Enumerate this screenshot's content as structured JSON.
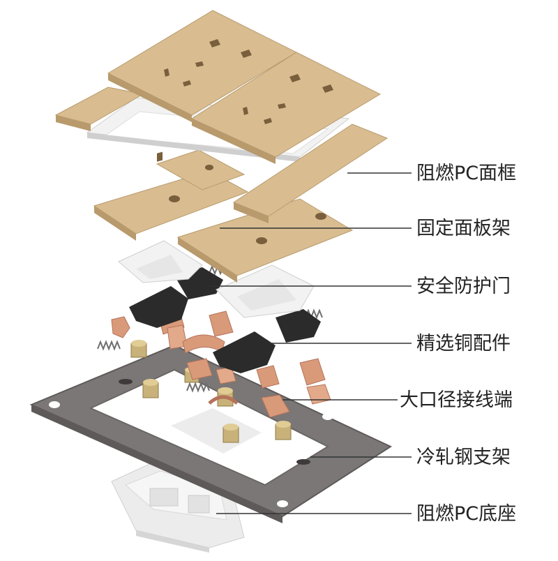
{
  "labels": [
    "阻燃PC面框",
    "固定面板架",
    "安全防护门",
    "精选铜配件",
    "大口径接线端",
    "冷轧钢支架",
    "阻燃PC底座"
  ],
  "colors": {
    "faceplate": "#d9bd91",
    "faceplate_side": "#b89a6c",
    "faceplate_edge": "#c8aa7c",
    "hole": "#7a5f3c",
    "white_frame": "#f2f2f2",
    "white_shade": "#cfcfcf",
    "black_shutter": "#2b2b2b",
    "copper": "#d99a7a",
    "copper_dark": "#b5735a",
    "brass": "#c9b27a",
    "steel": "#7b7776",
    "steel_dark": "#5e5a59",
    "leader_line": "#333333"
  }
}
